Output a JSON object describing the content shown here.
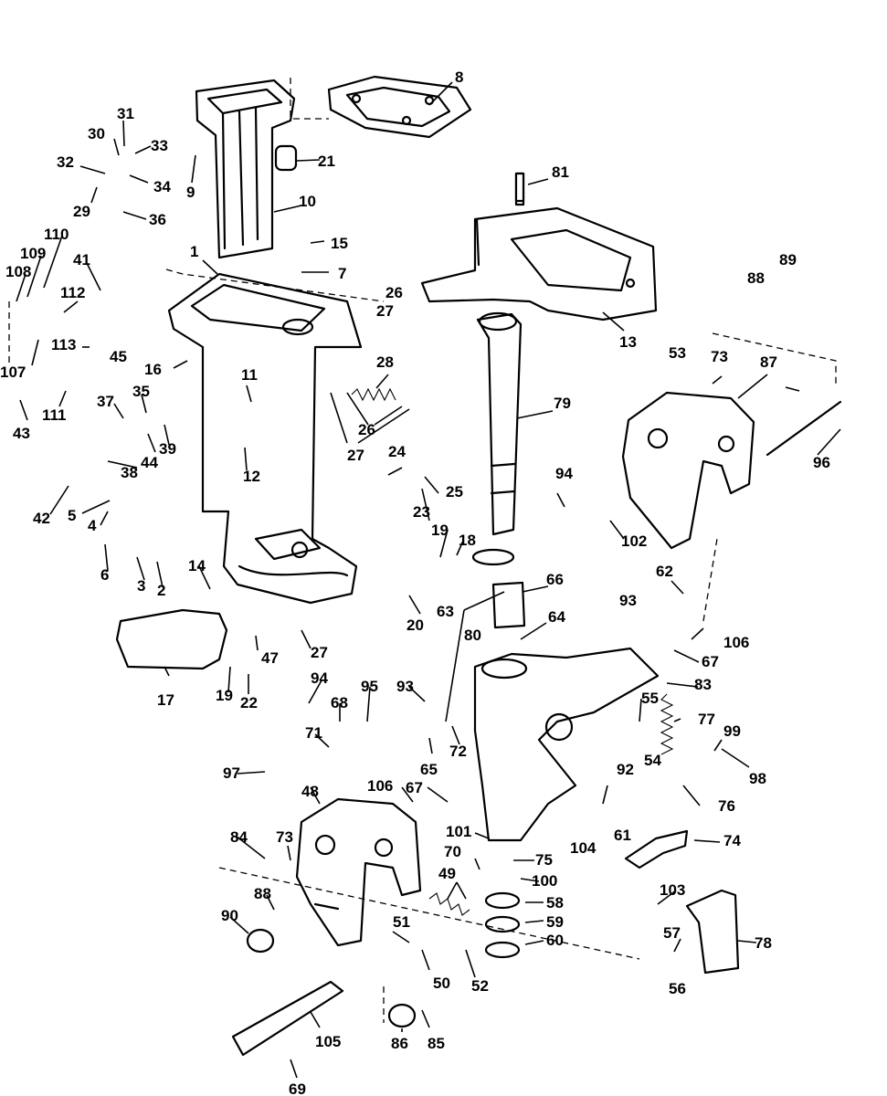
{
  "diagram": {
    "type": "exploded-parts-diagram",
    "callouts": [
      {
        "id": "c1",
        "label": "1"
      },
      {
        "id": "c2",
        "label": "2"
      },
      {
        "id": "c3",
        "label": "3"
      },
      {
        "id": "c4",
        "label": "4"
      },
      {
        "id": "c5",
        "label": "5"
      },
      {
        "id": "c6",
        "label": "6"
      },
      {
        "id": "c7",
        "label": "7"
      },
      {
        "id": "c8",
        "label": "8"
      },
      {
        "id": "c9",
        "label": "9"
      },
      {
        "id": "c10",
        "label": "10"
      },
      {
        "id": "c11",
        "label": "11"
      },
      {
        "id": "c12",
        "label": "12"
      },
      {
        "id": "c13",
        "label": "13"
      },
      {
        "id": "c14",
        "label": "14"
      },
      {
        "id": "c15",
        "label": "15"
      },
      {
        "id": "c16",
        "label": "16"
      },
      {
        "id": "c17",
        "label": "17"
      },
      {
        "id": "c18",
        "label": "18"
      },
      {
        "id": "c19a",
        "label": "19"
      },
      {
        "id": "c19b",
        "label": "19"
      },
      {
        "id": "c20",
        "label": "20"
      },
      {
        "id": "c21",
        "label": "21"
      },
      {
        "id": "c22",
        "label": "22"
      },
      {
        "id": "c23",
        "label": "23"
      },
      {
        "id": "c24",
        "label": "24"
      },
      {
        "id": "c25",
        "label": "25"
      },
      {
        "id": "c26a",
        "label": "26"
      },
      {
        "id": "c26b",
        "label": "26"
      },
      {
        "id": "c27a",
        "label": "27"
      },
      {
        "id": "c27b",
        "label": "27"
      },
      {
        "id": "c27c",
        "label": "27"
      },
      {
        "id": "c28",
        "label": "28"
      },
      {
        "id": "c29",
        "label": "29"
      },
      {
        "id": "c30",
        "label": "30"
      },
      {
        "id": "c31",
        "label": "31"
      },
      {
        "id": "c32",
        "label": "32"
      },
      {
        "id": "c33",
        "label": "33"
      },
      {
        "id": "c34",
        "label": "34"
      },
      {
        "id": "c35",
        "label": "35"
      },
      {
        "id": "c36",
        "label": "36"
      },
      {
        "id": "c37",
        "label": "37"
      },
      {
        "id": "c38",
        "label": "38"
      },
      {
        "id": "c39",
        "label": "39"
      },
      {
        "id": "c41",
        "label": "41"
      },
      {
        "id": "c42",
        "label": "42"
      },
      {
        "id": "c43",
        "label": "43"
      },
      {
        "id": "c44",
        "label": "44"
      },
      {
        "id": "c45",
        "label": "45"
      },
      {
        "id": "c47",
        "label": "47"
      },
      {
        "id": "c48",
        "label": "48"
      },
      {
        "id": "c49",
        "label": "49"
      },
      {
        "id": "c50",
        "label": "50"
      },
      {
        "id": "c51",
        "label": "51"
      },
      {
        "id": "c52",
        "label": "52"
      },
      {
        "id": "c53",
        "label": "53"
      },
      {
        "id": "c54",
        "label": "54"
      },
      {
        "id": "c55",
        "label": "55"
      },
      {
        "id": "c56",
        "label": "56"
      },
      {
        "id": "c57",
        "label": "57"
      },
      {
        "id": "c58",
        "label": "58"
      },
      {
        "id": "c59",
        "label": "59"
      },
      {
        "id": "c60",
        "label": "60"
      },
      {
        "id": "c61",
        "label": "61"
      },
      {
        "id": "c62",
        "label": "62"
      },
      {
        "id": "c63",
        "label": "63"
      },
      {
        "id": "c64",
        "label": "64"
      },
      {
        "id": "c65",
        "label": "65"
      },
      {
        "id": "c66",
        "label": "66"
      },
      {
        "id": "c67a",
        "label": "67"
      },
      {
        "id": "c67b",
        "label": "67"
      },
      {
        "id": "c68",
        "label": "68"
      },
      {
        "id": "c69",
        "label": "69"
      },
      {
        "id": "c70",
        "label": "70"
      },
      {
        "id": "c71",
        "label": "71"
      },
      {
        "id": "c72",
        "label": "72"
      },
      {
        "id": "c73a",
        "label": "73"
      },
      {
        "id": "c73b",
        "label": "73"
      },
      {
        "id": "c74",
        "label": "74"
      },
      {
        "id": "c75",
        "label": "75"
      },
      {
        "id": "c76",
        "label": "76"
      },
      {
        "id": "c77",
        "label": "77"
      },
      {
        "id": "c78",
        "label": "78"
      },
      {
        "id": "c79",
        "label": "79"
      },
      {
        "id": "c80",
        "label": "80"
      },
      {
        "id": "c81",
        "label": "81"
      },
      {
        "id": "c83",
        "label": "83"
      },
      {
        "id": "c84",
        "label": "84"
      },
      {
        "id": "c85",
        "label": "85"
      },
      {
        "id": "c86",
        "label": "86"
      },
      {
        "id": "c87",
        "label": "87"
      },
      {
        "id": "c88a",
        "label": "88"
      },
      {
        "id": "c88b",
        "label": "88"
      },
      {
        "id": "c89",
        "label": "89"
      },
      {
        "id": "c90",
        "label": "90"
      },
      {
        "id": "c92",
        "label": "92"
      },
      {
        "id": "c93a",
        "label": "93"
      },
      {
        "id": "c93b",
        "label": "93"
      },
      {
        "id": "c94a",
        "label": "94"
      },
      {
        "id": "c94b",
        "label": "94"
      },
      {
        "id": "c95",
        "label": "95"
      },
      {
        "id": "c96",
        "label": "96"
      },
      {
        "id": "c97",
        "label": "97"
      },
      {
        "id": "c98",
        "label": "98"
      },
      {
        "id": "c99",
        "label": "99"
      },
      {
        "id": "c100",
        "label": "100"
      },
      {
        "id": "c101",
        "label": "101"
      },
      {
        "id": "c102",
        "label": "102"
      },
      {
        "id": "c103",
        "label": "103"
      },
      {
        "id": "c104",
        "label": "104"
      },
      {
        "id": "c105",
        "label": "105"
      },
      {
        "id": "c106a",
        "label": "106"
      },
      {
        "id": "c106b",
        "label": "106"
      },
      {
        "id": "c107",
        "label": "107"
      },
      {
        "id": "c108",
        "label": "108"
      },
      {
        "id": "c109",
        "label": "109"
      },
      {
        "id": "c110",
        "label": "110"
      },
      {
        "id": "c111",
        "label": "111"
      },
      {
        "id": "c112",
        "label": "112"
      },
      {
        "id": "c113",
        "label": "113"
      }
    ]
  }
}
